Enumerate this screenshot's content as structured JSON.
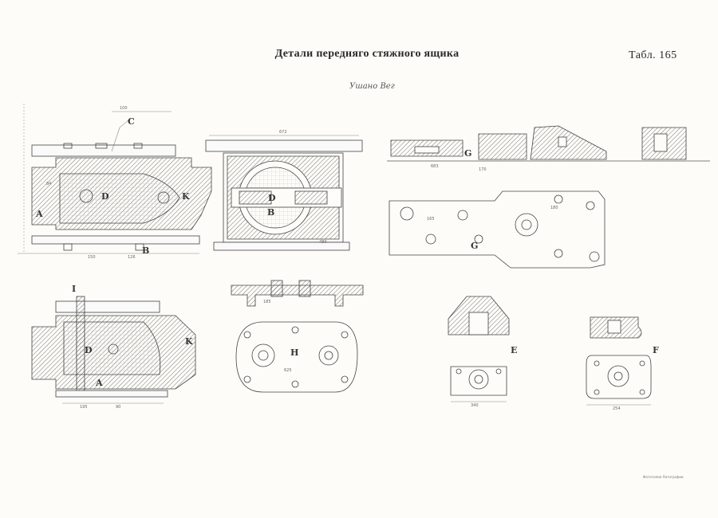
{
  "header": {
    "title": "Детали передняго стяжного ящика",
    "table_number": "Табл. 165",
    "handwritten_note": "Ушано Вег"
  },
  "footer": {
    "printer_mark": "Фототипия Литографии"
  },
  "view_labels": {
    "a": "A",
    "b": "B",
    "c": "C",
    "d": "D",
    "k": "K",
    "g": "G",
    "h": "H",
    "e": "E",
    "f": "F",
    "i": "I"
  },
  "colors": {
    "paper": "#fdfcf8",
    "ink": "#333333",
    "hatch": "#555555"
  }
}
